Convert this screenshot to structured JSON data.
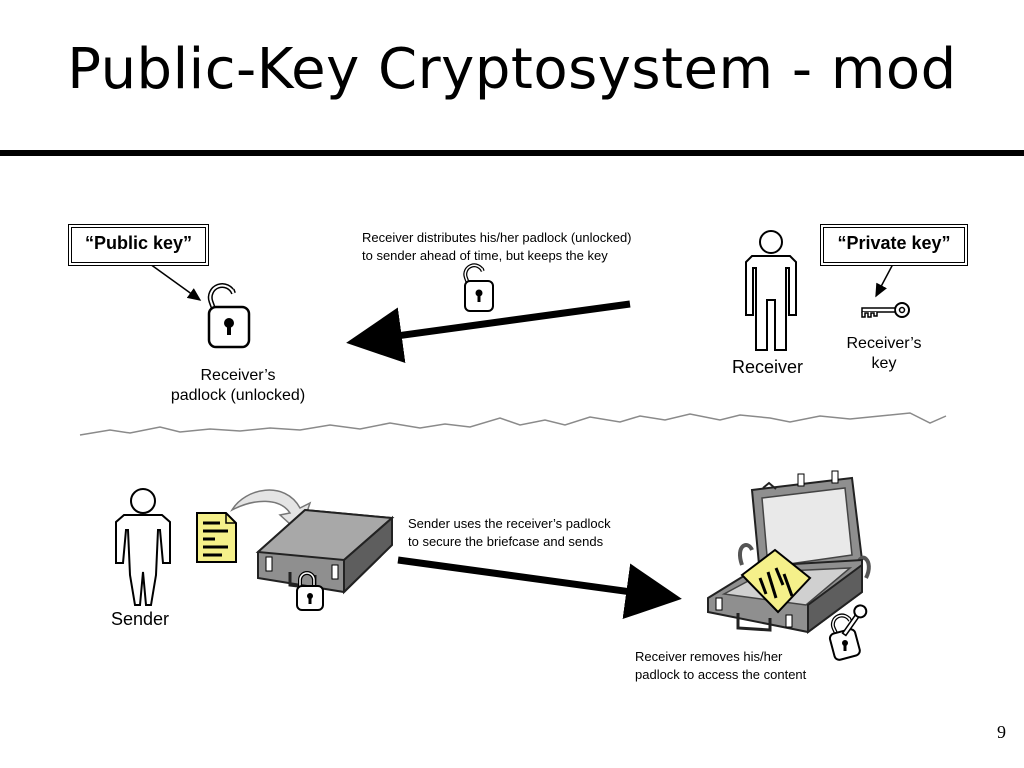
{
  "slide": {
    "title": "Public-Key Cryptosystem - mod",
    "page_number": "9"
  },
  "callouts": {
    "public_key": "“Public key”",
    "private_key": "“Private key”"
  },
  "labels": {
    "receiver_padlock_line1": "Receiver’s",
    "receiver_padlock_line2": "padlock (unlocked)",
    "receiver_key_line1": "Receiver’s",
    "receiver_key_line2": "key",
    "receiver": "Receiver",
    "sender": "Sender"
  },
  "notes": {
    "distribute_line1": "Receiver distributes his/her padlock (unlocked)",
    "distribute_line2": "to sender ahead of time, but keeps the key",
    "send_line1": "Sender uses the receiver’s padlock",
    "send_line2": "to secure the briefcase and sends",
    "remove_line1": "Receiver removes his/her",
    "remove_line2": "padlock to access the content"
  },
  "colors": {
    "document_fill": "#f5f08a",
    "briefcase_fill": "#8f8f8f",
    "briefcase_dark": "#5e5e5e",
    "wave_line": "#8a8a8a"
  }
}
